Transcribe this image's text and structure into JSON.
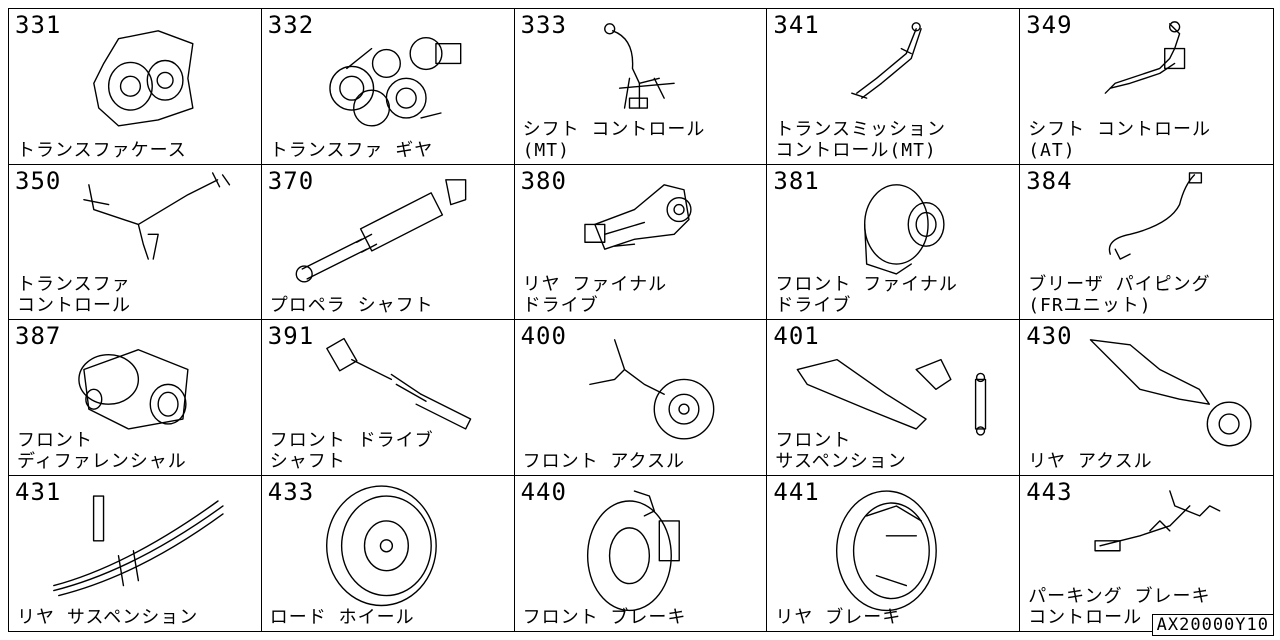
{
  "catalog_code": "AX20000Y10",
  "cells": [
    {
      "num": "331",
      "lines": [
        "トランスファケース"
      ],
      "icon": "transfer-case-icon"
    },
    {
      "num": "332",
      "lines": [
        "トランスファ ギヤ"
      ],
      "icon": "transfer-gear-icon"
    },
    {
      "num": "333",
      "lines": [
        "シフト コントロール",
        "(MT)"
      ],
      "icon": "shift-control-mt-icon"
    },
    {
      "num": "341",
      "lines": [
        "トランスミッション",
        "コントロール(MT)"
      ],
      "icon": "transmission-control-icon"
    },
    {
      "num": "349",
      "lines": [
        "シフト コントロール",
        "(AT)"
      ],
      "icon": "shift-control-at-icon"
    },
    {
      "num": "350",
      "lines": [
        "トランスファ",
        "コントロール"
      ],
      "icon": "transfer-control-icon"
    },
    {
      "num": "370",
      "lines": [
        "プロペラ シャフト"
      ],
      "icon": "propeller-shaft-icon"
    },
    {
      "num": "380",
      "lines": [
        "リヤ ファイナル",
        "ドライブ"
      ],
      "icon": "rear-final-drive-icon"
    },
    {
      "num": "381",
      "lines": [
        "フロント ファイナル",
        "ドライブ"
      ],
      "icon": "front-final-drive-icon"
    },
    {
      "num": "384",
      "lines": [
        "ブリーザ パイピング",
        "(FRユニット)"
      ],
      "icon": "breather-piping-icon"
    },
    {
      "num": "387",
      "lines": [
        "フロント",
        "ディファレンシャル"
      ],
      "icon": "front-differential-icon"
    },
    {
      "num": "391",
      "lines": [
        "フロント ドライブ",
        "シャフト"
      ],
      "icon": "front-drive-shaft-icon"
    },
    {
      "num": "400",
      "lines": [
        "フロント アクスル"
      ],
      "icon": "front-axle-icon"
    },
    {
      "num": "401",
      "lines": [
        "フロント",
        "サスペンション"
      ],
      "icon": "front-suspension-icon"
    },
    {
      "num": "430",
      "lines": [
        "リヤ アクスル"
      ],
      "icon": "rear-axle-icon"
    },
    {
      "num": "431",
      "lines": [
        "リヤ サスペンション"
      ],
      "icon": "rear-suspension-icon"
    },
    {
      "num": "433",
      "lines": [
        "ロード ホイール"
      ],
      "icon": "road-wheel-icon"
    },
    {
      "num": "440",
      "lines": [
        "フロント ブレーキ"
      ],
      "icon": "front-brake-icon"
    },
    {
      "num": "441",
      "lines": [
        "リヤ ブレーキ"
      ],
      "icon": "rear-brake-icon"
    },
    {
      "num": "443",
      "lines": [
        "パーキング ブレーキ",
        "コントロール"
      ],
      "icon": "parking-brake-control-icon"
    }
  ]
}
